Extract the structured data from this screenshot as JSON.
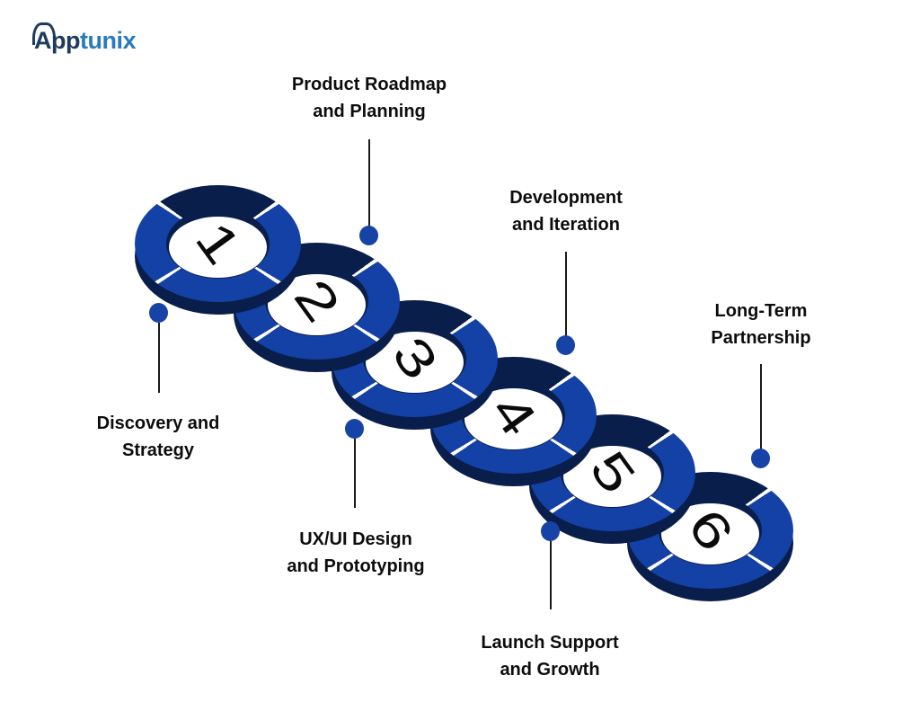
{
  "logo": {
    "text_primary": "App",
    "text_secondary": "tunix"
  },
  "colors": {
    "ring_blue": "#1441a5",
    "ring_navy": "#0a1e4c",
    "dot_blue": "#1743a7",
    "connector_line": "#1a1a1a",
    "logo_navy": "#1d3a5f",
    "logo_blue": "#2a7abf",
    "label_text": "#0d0d0d",
    "background": "#ffffff"
  },
  "steps": [
    {
      "number": "1",
      "label": [
        "Discovery and",
        "Strategy"
      ],
      "label_position": "below"
    },
    {
      "number": "2",
      "label": [
        "Product Roadmap",
        "and Planning"
      ],
      "label_position": "above"
    },
    {
      "number": "3",
      "label": [
        "UX/UI Design",
        "and Prototyping"
      ],
      "label_position": "below"
    },
    {
      "number": "4",
      "label": [
        "Development",
        "and Iteration"
      ],
      "label_position": "above"
    },
    {
      "number": "5",
      "label": [
        "Launch Support",
        "and Growth"
      ],
      "label_position": "below"
    },
    {
      "number": "6",
      "label": [
        "Long-Term",
        "Partnership"
      ],
      "label_position": "above"
    }
  ]
}
